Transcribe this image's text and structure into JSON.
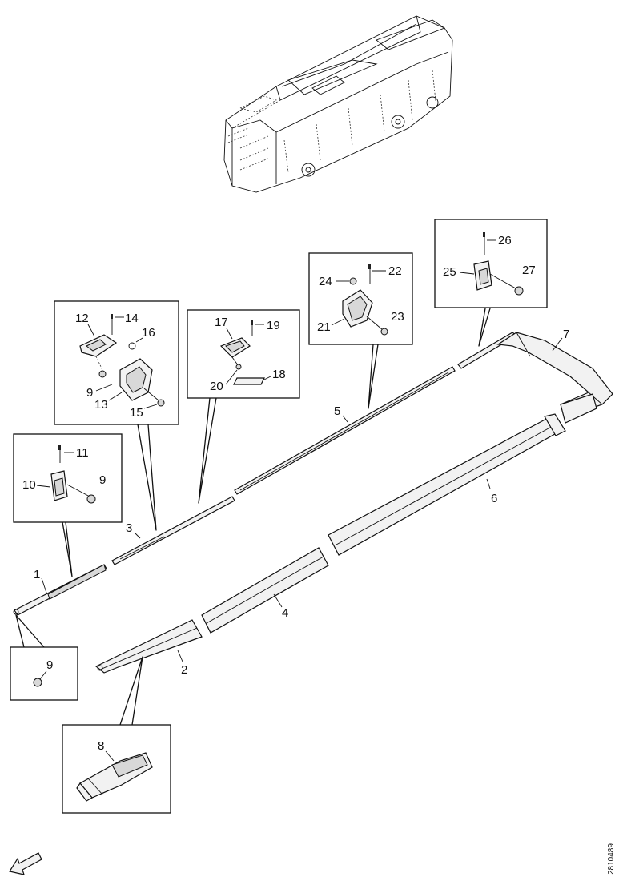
{
  "callouts": {
    "c1": "1",
    "c2": "2",
    "c3": "3",
    "c4": "4",
    "c5": "5",
    "c6": "6",
    "c7": "7",
    "c8": "8",
    "c9a": "9",
    "c9b": "9",
    "c9c": "9",
    "c10": "10",
    "c11": "11",
    "c12": "12",
    "c13": "13",
    "c14": "14",
    "c15": "15",
    "c16": "16",
    "c17": "17",
    "c18": "18",
    "c19": "19",
    "c20": "20",
    "c21": "21",
    "c22": "22",
    "c23": "23",
    "c24": "24",
    "c25": "25",
    "c26": "26",
    "c27": "27"
  },
  "reference": "2810489"
}
